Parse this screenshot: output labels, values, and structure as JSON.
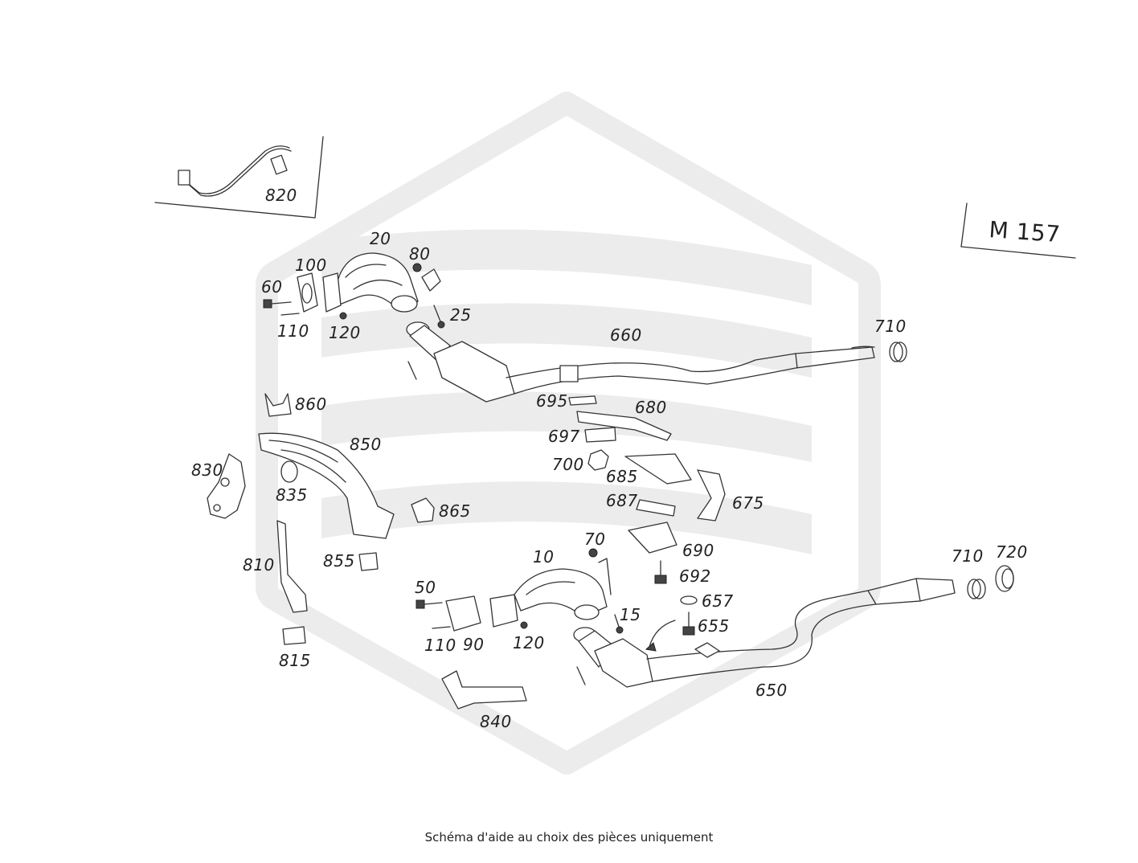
{
  "engine_label": "M 157",
  "footer_note": "Schéma d'aide au choix des pièces uniquement",
  "labels": {
    "l820": "820",
    "l20": "20",
    "l80": "80",
    "l100": "100",
    "l60": "60",
    "l110a": "110",
    "l120a": "120",
    "l25": "25",
    "l660": "660",
    "l710a": "710",
    "l695": "695",
    "l680": "680",
    "l697": "697",
    "l700": "700",
    "l685": "685",
    "l675": "675",
    "l687": "687",
    "l690": "690",
    "l692": "692",
    "l657": "657",
    "l655": "655",
    "l860": "860",
    "l850": "850",
    "l830": "830",
    "l835": "835",
    "l865": "865",
    "l855": "855",
    "l810": "810",
    "l815": "815",
    "l70": "70",
    "l10": "10",
    "l50": "50",
    "l110b": "110",
    "l90": "90",
    "l120b": "120",
    "l15": "15",
    "l840": "840",
    "l650": "650",
    "l710b": "710",
    "l720": "720"
  },
  "colors": {
    "watermark": "#ececec",
    "line": "#333333",
    "text": "#222222"
  }
}
